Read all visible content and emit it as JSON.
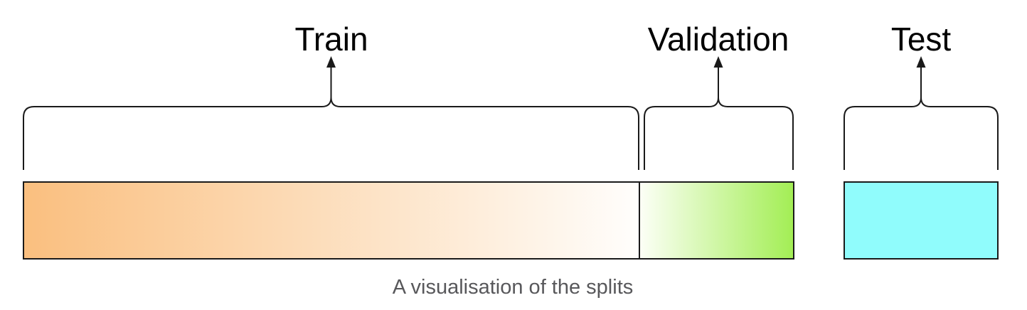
{
  "diagram": {
    "caption": "A visualisation of the splits",
    "labels": [
      {
        "id": "train",
        "text": "Train"
      },
      {
        "id": "validation",
        "text": "Validation"
      },
      {
        "id": "test",
        "text": "Test"
      }
    ],
    "colors": {
      "stroke": "#1a1a1a",
      "label_text": "#000000",
      "caption_text": "#58585b",
      "train_gradient_start": "#fabf7f",
      "train_gradient_end": "#fffefc",
      "validation_gradient_start": "#fcfff6",
      "validation_gradient_end": "#a3ee55",
      "test_fill": "#90fcfc"
    }
  }
}
